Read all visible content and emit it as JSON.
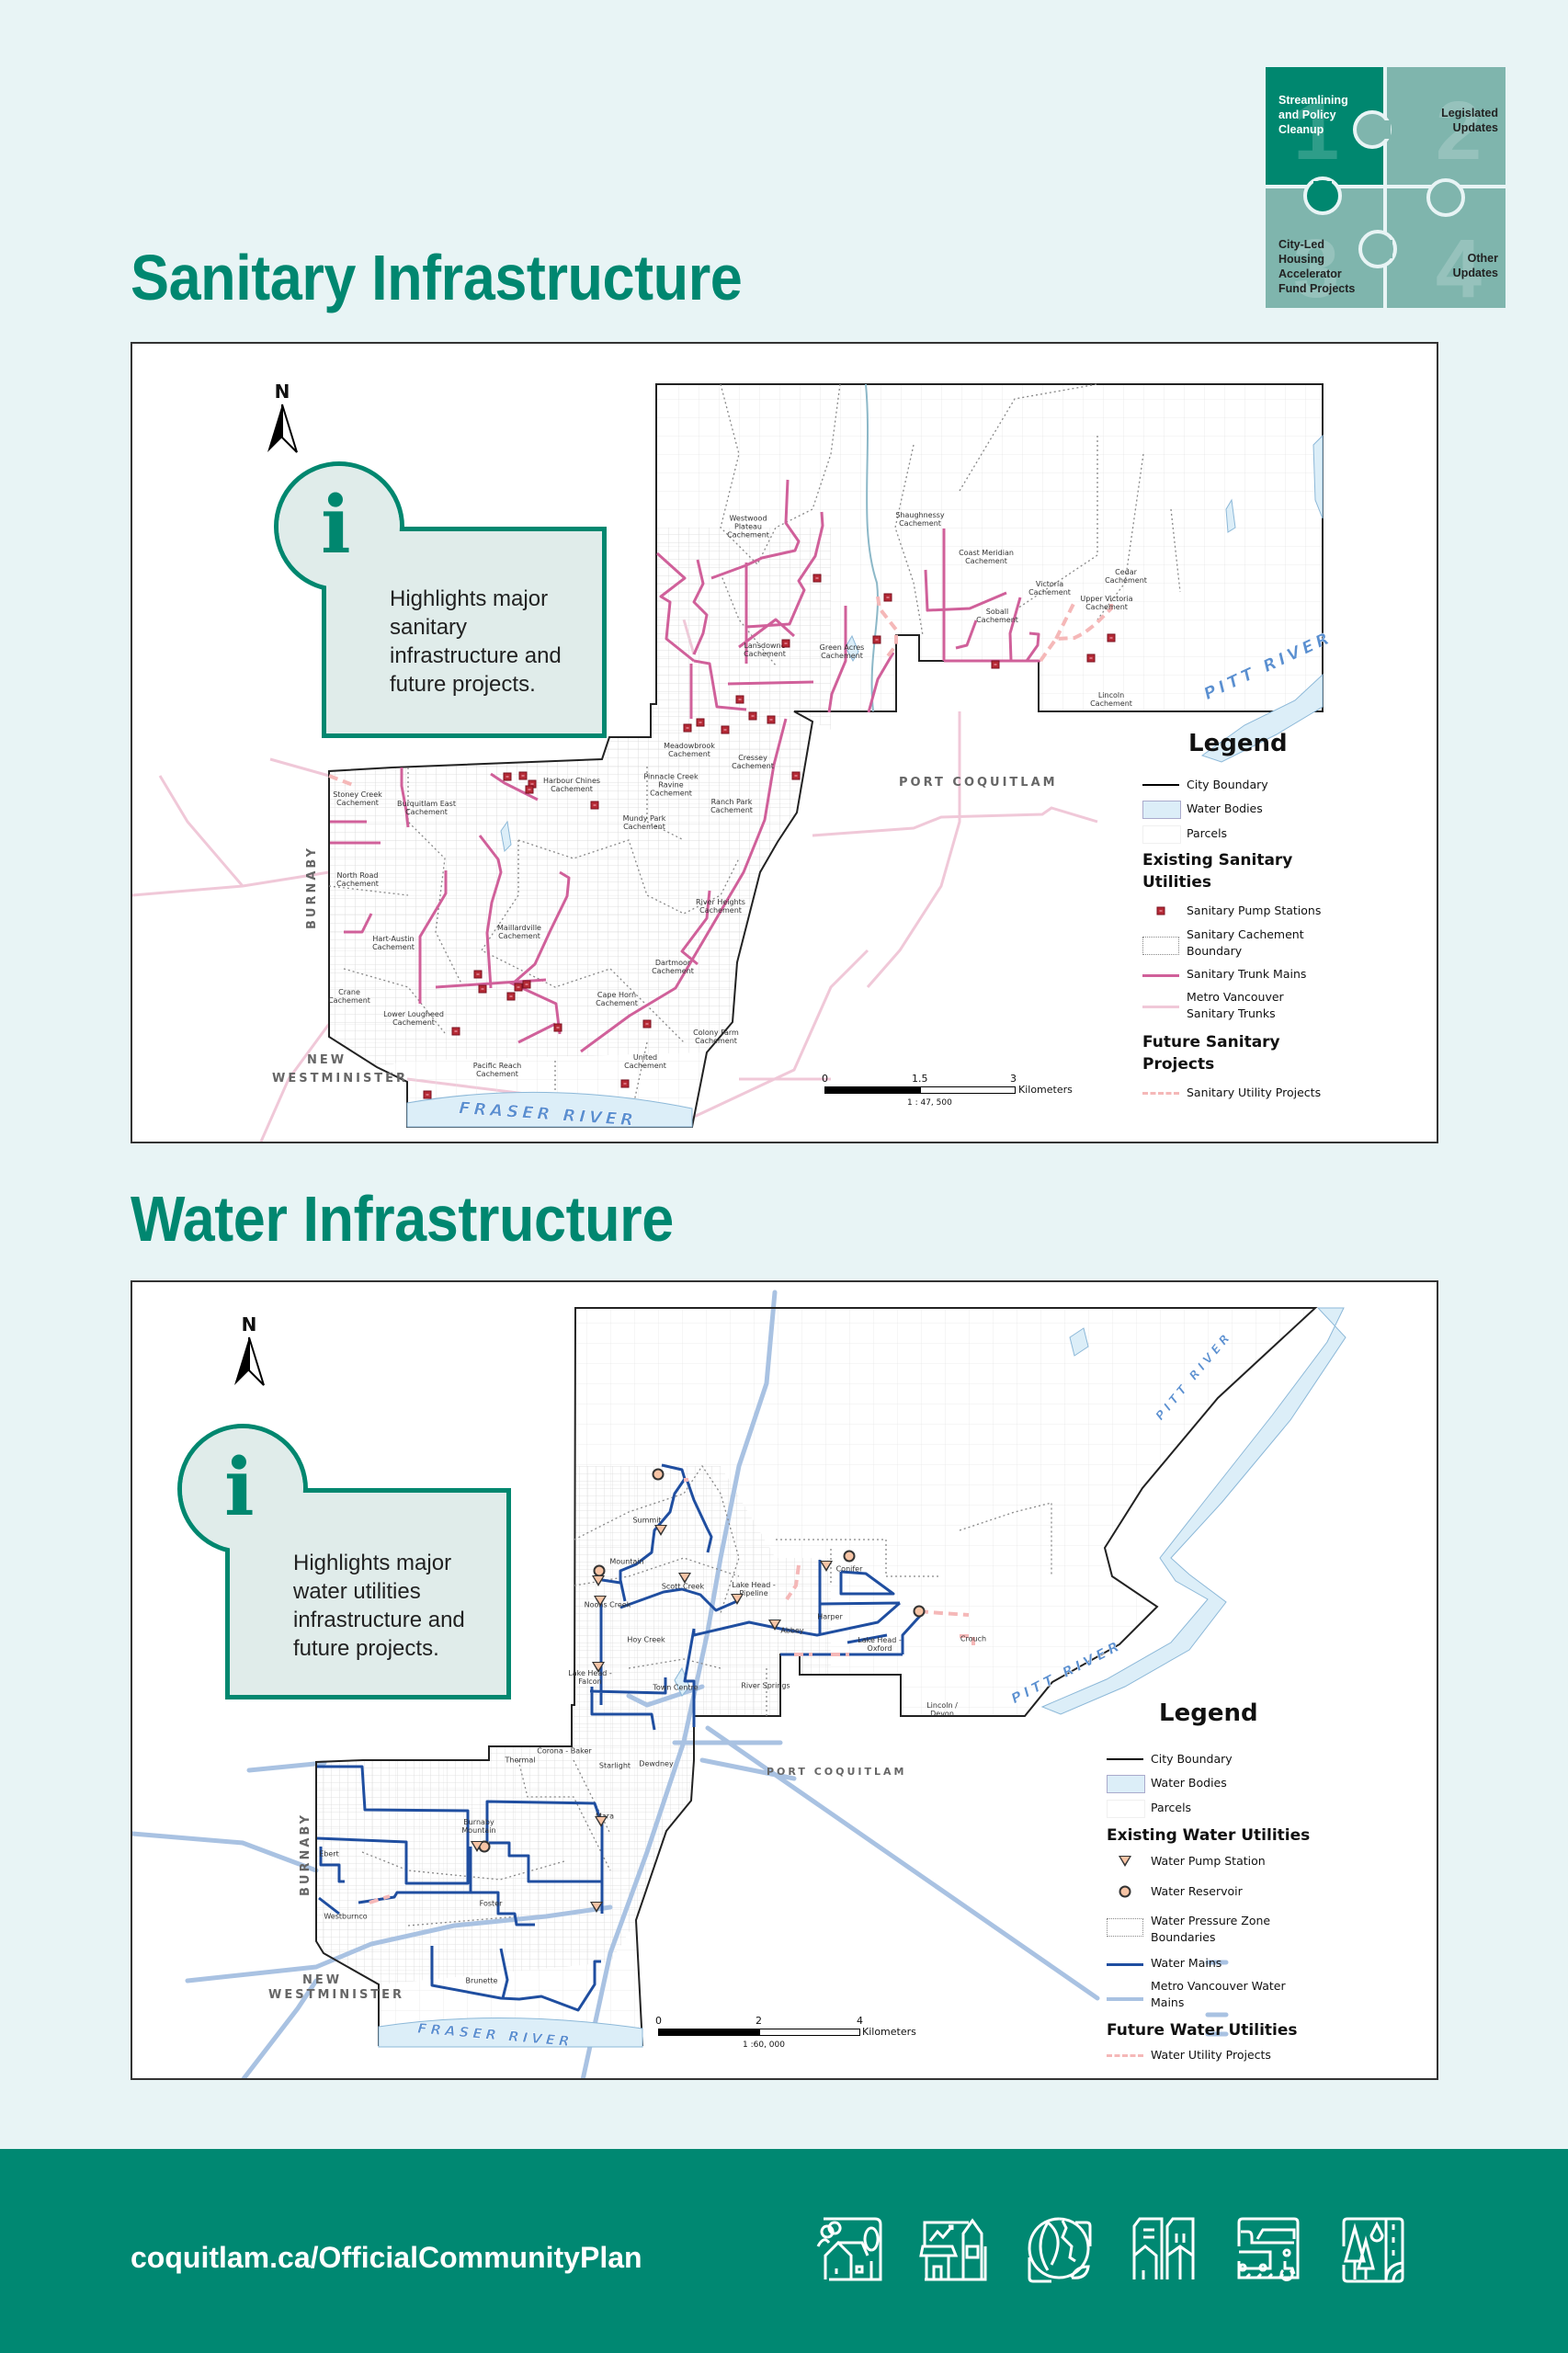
{
  "badge": {
    "pieces": [
      {
        "number": "1",
        "label": "Streamlining and Policy Cleanup"
      },
      {
        "number": "2",
        "label": "Legislated Updates"
      },
      {
        "number": "3",
        "label": "City-Led Housing Accelerator Fund Projects"
      },
      {
        "number": "4",
        "label": "Other Updates"
      }
    ]
  },
  "sanitary": {
    "title": "Sanitary Infrastructure",
    "north": "N",
    "info_icon": "i",
    "info_text": "Highlights major sanitary infrastructure and future projects.",
    "places": {
      "burnaby": "BURNABY",
      "new_westminister_1": "NEW",
      "new_westminister_2": "WESTMINISTER",
      "port_coquitlam": "PORT COQUITLAM",
      "fraser_river": "FRASER RIVER",
      "pitt_river": "PITT RIVER"
    },
    "catchments": [
      "Westwood Plateau Cachement",
      "Shaughnessy Cachement",
      "Coast Meridian Cachement",
      "Cedar Cachement",
      "Victoria Cachement",
      "Upper Victoria Cachement",
      "Soball Cachement",
      "Lansdowne Cachement",
      "Green Acres Cachement",
      "Lincoln Cachement",
      "Meadowbrook Cachement",
      "Cressey Cachement",
      "Harbour Chines Cachement",
      "Pinnacle Creek Ravine Cachement",
      "Ranch Park Cachement",
      "Stoney Creek Cachement",
      "Burquitlam East Cachement",
      "North Road Cachement",
      "Mundy Park Cachement",
      "Hart-Austin Cachement",
      "Maillardville Cachement",
      "River Heights Cachement",
      "Dartmoor Cachement",
      "Cape Horn Cachement",
      "Crane Cachement",
      "Lower Lougheed Cachement",
      "Pacific Reach Cachement",
      "United Cachement",
      "Colony Farm Cachement"
    ],
    "scale": {
      "ticks": [
        "0",
        "1.5",
        "3"
      ],
      "unit": "Kilometers",
      "ratio": "1 : 47, 500"
    },
    "legend": {
      "title": "Legend",
      "city_boundary": "City Boundary",
      "water_bodies": "Water Bodies",
      "parcels": "Parcels",
      "existing_heading": "Existing Sanitary Utilities",
      "pump_stations": "Sanitary Pump Stations",
      "catchment_boundary": "Sanitary Cachement Boundary",
      "trunk_mains": "Sanitary Trunk Mains",
      "metro_trunks": "Metro Vancouver Sanitary Trunks",
      "future_heading": "Future Sanitary Projects",
      "utility_projects": "Sanitary Utility Projects"
    }
  },
  "water": {
    "title": "Water Infrastructure",
    "north": "N",
    "info_icon": "i",
    "info_text": "Highlights major water utilities infrastructure and future projects.",
    "places": {
      "burnaby": "BURNABY",
      "new_westminister_1": "NEW",
      "new_westminister_2": "WESTMINISTER",
      "port_coquitlam": "PORT COQUITLAM",
      "fraser_river": "FRASER RIVER",
      "pitt_river_upper": "PITT RIVER",
      "pitt_river_lower": "PITT RIVER"
    },
    "zones": [
      "Summit",
      "Mountain",
      "Scott Creek",
      "Noons Creek",
      "Lake Head - Pipeline",
      "Conifer",
      "Harper",
      "Abbey",
      "Lake Head - Oxford",
      "Hoy Creek",
      "Lake Head - Falcon",
      "Town Centre",
      "River Springs",
      "Crouch",
      "Lincoln / Devon",
      "Thermal",
      "Corona - Baker",
      "Starlight",
      "Dewdney",
      "Burnaby Mountain",
      "Mara",
      "Ebert",
      "Foster",
      "Westburnco",
      "Brunette"
    ],
    "scale": {
      "ticks": [
        "0",
        "2",
        "4"
      ],
      "unit": "Kilometers",
      "ratio": "1 :60, 000"
    },
    "legend": {
      "title": "Legend",
      "city_boundary": "City Boundary",
      "water_bodies": "Water Bodies",
      "parcels": "Parcels",
      "existing_heading": "Existing Water Utilities",
      "pump_station": "Water Pump Station",
      "reservoir": "Water Reservoir",
      "pressure_zone": "Water Pressure Zone Boundaries",
      "water_mains": "Water Mains",
      "metro_mains": "Metro Vancouver Water Mains",
      "future_heading": "Future Water Utilities",
      "utility_projects": "Water Utility Projects"
    }
  },
  "colors": {
    "brand": "#00876f",
    "trunk": "#d0609a",
    "metro_trunk": "#f0c8d8",
    "future": "#f5b8b8",
    "water_main": "#1f4ea0",
    "metro_water": "#a9c2e2",
    "water_body": "#dceef8"
  },
  "footer": {
    "url": "coquitlam.ca/OfficialCommunityPlan",
    "icons": [
      "community-housing-icon",
      "economy-icon",
      "environment-icon",
      "buildings-icon",
      "transportation-icon",
      "parks-icon"
    ]
  }
}
